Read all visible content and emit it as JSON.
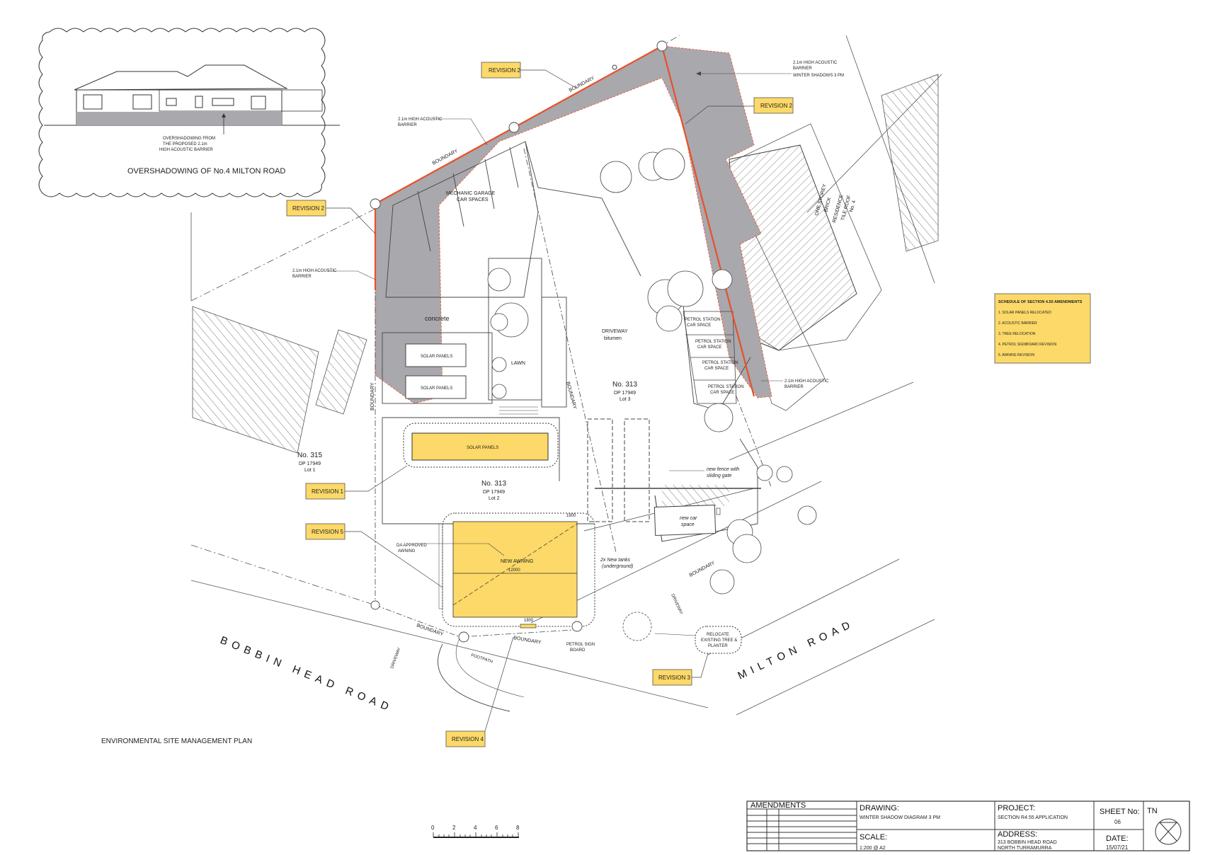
{
  "inset": {
    "title": "OVERSHADOWING OF No.4 MILTON ROAD",
    "note_lines": [
      "OVERSHADOWING FROM",
      "THE PROPOSED 2.1m",
      "HIGH ACOUSTIC BARRIER"
    ]
  },
  "revisions": {
    "top": "REVISION 2",
    "right": "REVISION 2",
    "left": "REVISION 2",
    "r1": "REVISION 1",
    "r5": "REVISION 5",
    "r3": "REVISION 3",
    "r4": "REVISION 4"
  },
  "site": {
    "boundary": "BOUNDARY",
    "barrier_a_l1": "2.1m HIGH ACOUSTIC",
    "barrier_a_l2": "BARRIER",
    "barrier_b_l1": "2.1m HIGH ACOUSTIC",
    "barrier_b_l2": "BARRIER",
    "barrier_c_l1": "2.1m HIGH ACOUSTIC",
    "barrier_c_l2": "BARRIER",
    "winter_shadows": "WINTER SHADOWS 3 PM",
    "barrier_d": "2.1m HIGH ACOUSTIC",
    "barrier_d_l2": "BARRIER",
    "mechanic_l1": "MECHANIC GARAGE",
    "mechanic_l2": "CAR SPACES",
    "concrete": "concrete",
    "solar_1": "SOLAR PANELS",
    "solar_2": "SOLAR PANELS",
    "solar_3": "SOLAR PANELS",
    "lawn": "LAWN",
    "driveway_l1": "DRIVEWAY",
    "driveway_l2": "bitumen",
    "petrol_1a": "PETROL STATION",
    "petrol_1b": "CAR SPACE",
    "petrol_2a": "PETROL STATION",
    "petrol_2b": "CAR SPACE",
    "petrol_3a": "PETROL STATION",
    "petrol_3b": "CAR SPACE",
    "petrol_4a": "PETROL STATION",
    "petrol_4b": "CAR SPACE",
    "lot3_a": "No. 313",
    "lot3_b": "DP 17949",
    "lot3_c": "Lot 3",
    "lot2_a": "No. 313",
    "lot2_b": "DP 17949",
    "lot2_c": "Lot 2",
    "lot1_a": "No. 315",
    "lot1_b": "DP 17949",
    "lot1_c": "Lot 1",
    "residence_l1": "ONE STOREY",
    "residence_l2": "BRICK",
    "residence_l3": "RESIDENCE",
    "residence_l4": "TILE ROOF",
    "residence_l5": "No. 4",
    "fence_l1": "new fence with",
    "fence_l2": "sliding gate",
    "new_car_l1": "new car",
    "new_car_l2": "space",
    "da_awning_l1": "DA APPROVED",
    "da_awning_l2": "AWNING",
    "new_awning": "NEW AWNING",
    "awning_dim": "12000",
    "tanks_l1": "2x New tanks",
    "tanks_l2": "(underground)",
    "petrol_sign_l1": "PETROL SIGN",
    "petrol_sign_l2": "BOARD",
    "relocate_l1": "RELOCATE",
    "relocate_l2": "EXISTING TREE &",
    "relocate_l3": "PLANTER",
    "driveway": "DRIVEWAY",
    "driveway_2": "DRIVEWAY",
    "footpath": "FOOTPATH",
    "dim_1800": "1800",
    "dim_1800b": "1800"
  },
  "roads": {
    "bobbin": "BOBBIN HEAD ROAD",
    "milton": "MILTON ROAD"
  },
  "plan_title": "ENVIRONMENTAL SITE MANAGEMENT PLAN",
  "schedule": {
    "title": "SCHEDULE OF SECTION 4.55 AMENDMENTS",
    "items": [
      "1. SOLAR PANELS RELOCATED",
      "2. ACOUSTIC BARRIER",
      "3. TREE RELOCATION",
      "4. PETROL SIGNBOARD REVISION",
      "5. AWNING REVISION"
    ]
  },
  "scale_bar": {
    "ticks": [
      "0",
      "2",
      "4",
      "6",
      "8"
    ]
  },
  "title_block": {
    "amendments": "AMENDMENTS",
    "drawing_label": "DRAWING:",
    "drawing_value": "WINTER SHADOW DIAGRAM 3 PM",
    "project_label": "PROJECT:",
    "project_value": "SECTION R4.55 APPLICATION",
    "sheet_label": "SHEET No:",
    "sheet_value": "06",
    "tn": "TN",
    "scale_label": "SCALE:",
    "scale_value": "1:200 @ A2",
    "address_label": "ADDRESS:",
    "address_l1": "313 BOBBIN HEAD ROAD",
    "address_l2": "NORTH TURRAMURRA",
    "date_label": "DATE:",
    "date_value": "15/07/21"
  },
  "colors": {
    "shadow": "#a9a8ad",
    "barrier": "#e8502a",
    "highlight": "#fcd968",
    "line": "#444444"
  }
}
